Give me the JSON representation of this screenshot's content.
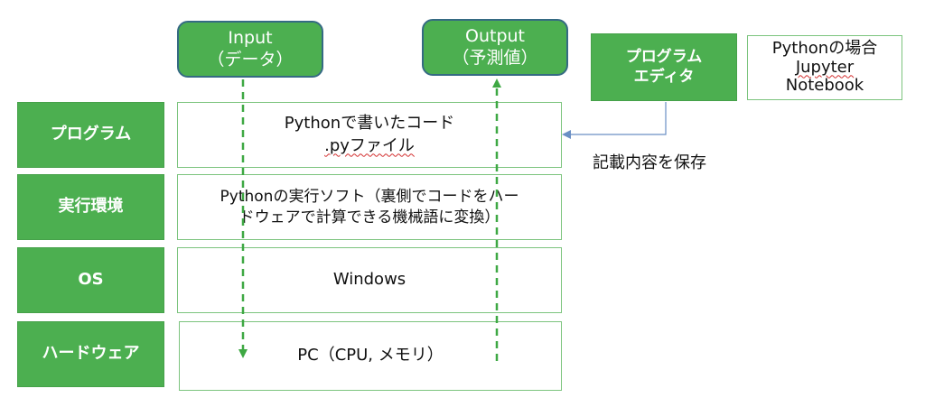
{
  "top": {
    "input": {
      "line1": "Input",
      "line2": "（データ）"
    },
    "output": {
      "line1": "Output",
      "line2": "（予測値）"
    }
  },
  "editor": {
    "label_line1": "プログラム",
    "label_line2": "エディタ",
    "note_line1": "Pythonの場合",
    "note_line2": "Jupyter",
    "note_line3": "Notebook"
  },
  "save_label": "記載内容を保存",
  "layers": [
    {
      "label": "プログラム",
      "content_line1": "Pythonで書いたコード",
      "content_line2": ".pyファイル"
    },
    {
      "label": "実行環境",
      "content_line1": "Pythonの実行ソフト（裏側でコードをハー",
      "content_line2": "ドウェアで計算できる機械語に変換）"
    },
    {
      "label": "OS",
      "content_line1": "Windows"
    },
    {
      "label": "ハードウェア",
      "content_line1": "PC（CPU, メモリ）"
    }
  ],
  "colors": {
    "green": "#4caf50",
    "green_border": "#7cc47e",
    "pill_border": "#356a83",
    "arrow_blue": "#6a8fc4",
    "arrow_green": "#3ea843"
  }
}
